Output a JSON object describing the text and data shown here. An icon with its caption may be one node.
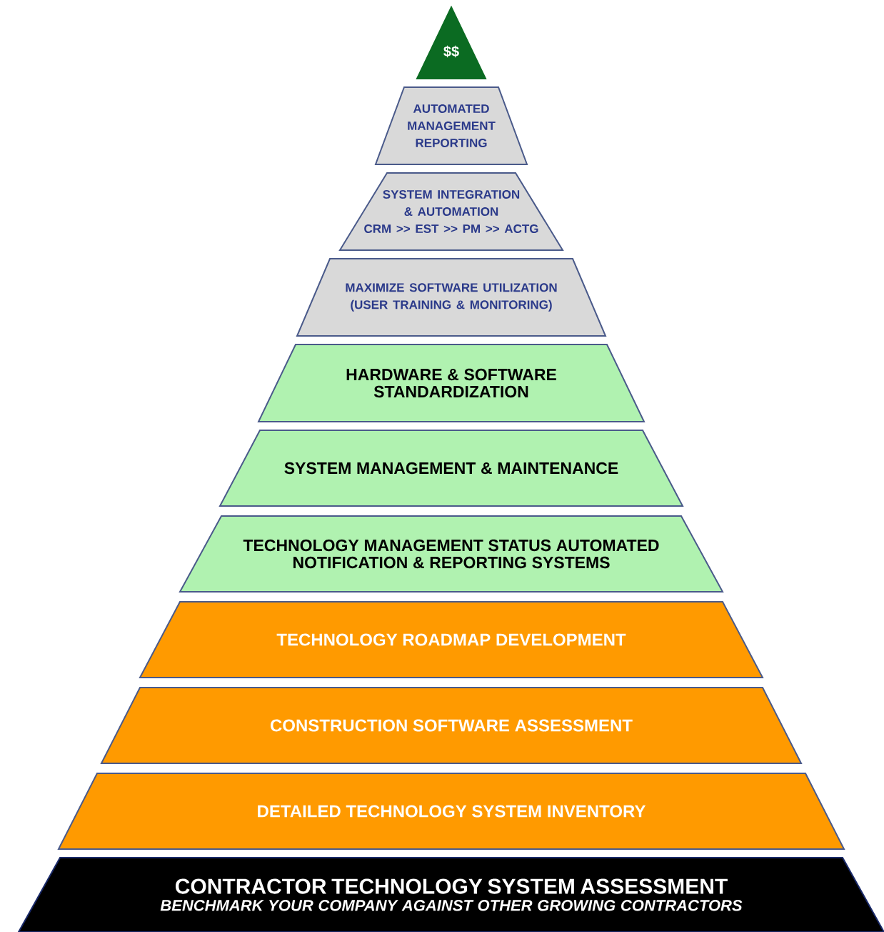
{
  "diagram": {
    "nodes": [
      {
        "text": [
          "$$"
        ]
      },
      {
        "text": [
          "AUTOMATED MANAGEMENT REPORTING"
        ]
      },
      {
        "text": [
          "SYSTEM INTEGRATION & AUTOMATION",
          "CRM >> EST >> PM >> ACTG"
        ]
      },
      {
        "text": [
          "MAXIMIZE SOFTWARE UTILIZATION",
          "(USER TRAINING & MONITORING)"
        ]
      },
      {
        "text": [
          "HARDWARE & SOFTWARE STANDARDIZATION"
        ]
      },
      {
        "text": [
          "SYSTEM MANAGEMENT & MAINTENANCE"
        ]
      },
      {
        "text": [
          "TECHNOLOGY MANAGEMENT STATUS AUTOMATED NOTIFICATION & REPORTING SYSTEMS"
        ]
      },
      {
        "text": [
          "TECHNOLOGY ROADMAP DEVELOPMENT"
        ]
      },
      {
        "text": [
          "CONSTRUCTION SOFTWARE ASSESSMENT"
        ]
      },
      {
        "text": [
          "DETAILED TECHNOLOGY SYSTEM INVENTORY"
        ]
      },
      {
        "text": [
          "CONTRACTOR TECHNOLOGY SYSTEM ASSESSMENT",
          "BENCHMARK YOUR COMPANY AGAINST OTHER GROWING CONTRACTORS"
        ]
      }
    ]
  }
}
